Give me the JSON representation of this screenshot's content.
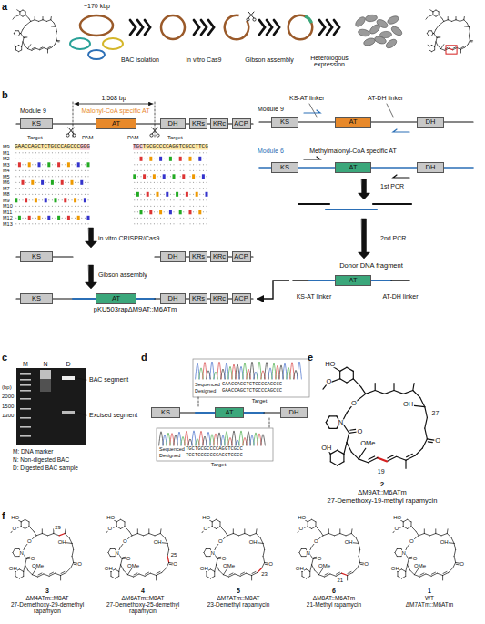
{
  "diagram": {
    "nodes": [
      {
        "text": [
          "KS"
        ]
      },
      {
        "text": [
          "AT"
        ]
      },
      {
        "text": [
          "DH"
        ]
      },
      {
        "text": [
          "KRs"
        ]
      },
      {
        "text": [
          "KRc"
        ]
      },
      {
        "text": [
          "ACP"
        ]
      },
      {
        "text": [
          "KS"
        ]
      },
      {
        "text": [
          "AT"
        ]
      },
      {
        "text": [
          "DH"
        ]
      },
      {
        "text": [
          "KS"
        ]
      },
      {
        "text": [
          "AT"
        ]
      },
      {
        "text": [
          "DH"
        ]
      },
      {
        "text": [
          "KS"
        ]
      },
      {
        "text": [
          "DH"
        ]
      },
      {
        "text": [
          "KRs"
        ]
      },
      {
        "text": [
          "KRc"
        ]
      },
      {
        "text": [
          "ACP"
        ]
      },
      {
        "text": [
          "Donor DNA fragment"
        ]
      },
      {
        "text": [
          "AT"
        ],
        "in": 17
      },
      {
        "text": [
          "pKU503rapΔM9AT::M6ATm"
        ]
      },
      {
        "text": [
          "KS"
        ],
        "in": 19
      },
      {
        "text": [
          "AT"
        ],
        "in": 19
      },
      {
        "text": [
          "DH"
        ],
        "in": 19
      },
      {
        "text": [
          "KRs"
        ],
        "in": 19
      },
      {
        "text": [
          "KRc"
        ],
        "in": 19
      },
      {
        "text": [
          "ACP"
        ],
        "in": 19
      },
      {
        "text": [
          "KS"
        ]
      },
      {
        "text": [
          "AT"
        ]
      },
      {
        "text": [
          "DH"
        ]
      }
    ],
    "edges": [
      {
        "from": 17,
        "to": 19,
        "arrow": "to"
      }
    ],
    "labels": [
      "a",
      "~170 kbp",
      "BAC isolation",
      "in vitro Cas9",
      "Gibson assembly",
      "Heterologous expression",
      "b",
      "1,568 bp",
      "Module 9",
      "Malonyl-CoA specific AT",
      "Target",
      "PAM",
      "PAM",
      "Target",
      "M9",
      "GAACCAGCTCTGCCCAGCCCGGG",
      "TGCTGCGCCCCAGGTCGCCTTCG",
      "M1",
      "M2",
      "M3",
      "M4",
      "M5",
      "M6",
      "M7",
      "M8",
      "M9",
      "M10",
      "M11",
      "M12",
      "M13",
      "in vitro CRISPR/Cas9",
      "Gibson assembly",
      "KS-AT linker",
      "AT-DH linker",
      "Module 9",
      "Module 6",
      "Methylmalonyl-CoA specific AT",
      "1st PCR",
      "2nd PCR",
      "KS-AT linker",
      "AT-DH linker",
      "c",
      "M",
      "N",
      "D",
      "(bp)",
      "2000",
      "1500",
      "1300",
      "BAC segment",
      "Excised segment",
      "M: DNA marker",
      "N: Non-digested BAC",
      "D: Digested BAC sample",
      "d",
      "Sequenced",
      "GAACCAGCTCTGCCCAGCCC",
      "Designed",
      "GAACCAGCTCTGCCCAGCCC",
      "Target",
      "Sequenced",
      "TGCTGCGCCCCAGGTCGCC",
      "Designed",
      "TGCTGCGCCCCAGGTCGCC",
      "Target",
      "e",
      "HO",
      "O",
      "N",
      "O",
      "O",
      "OH",
      "OMe",
      "OH",
      "O",
      "27",
      "19",
      "2",
      "ΔM9AT::M6ATm",
      "27-Demethoxy-19-methyl rapamycin",
      "f",
      "HO",
      "O",
      "N",
      "O",
      "O",
      "OH",
      "OMe",
      "OH",
      "O",
      "29",
      "3",
      "ΔM4ATm::M8AT",
      "27-Demethoxy-29-demethyl rapamycin",
      "HO",
      "O",
      "N",
      "O",
      "O",
      "OH",
      "OMe",
      "OH",
      "O",
      "25",
      "4",
      "ΔM6ATm::M8AT",
      "27-Demethoxy-25-demethyl rapamycin",
      "HO",
      "O",
      "N",
      "O",
      "O",
      "OH",
      "OMe",
      "OH",
      "O",
      "23",
      "5",
      "ΔM7ATm::M8AT",
      "23-Demethyl rapamycin",
      "HO",
      "O",
      "N",
      "O",
      "O",
      "OH",
      "OMe",
      "OH",
      "O",
      "21",
      "6",
      "ΔM8AT::M6ATm",
      "21-Methyl rapamycin",
      "HO",
      "O",
      "N",
      "O",
      "O",
      "OH",
      "OMe",
      "OH",
      "O",
      "1",
      "WT",
      "ΔM7ATm::M6ATm"
    ]
  }
}
